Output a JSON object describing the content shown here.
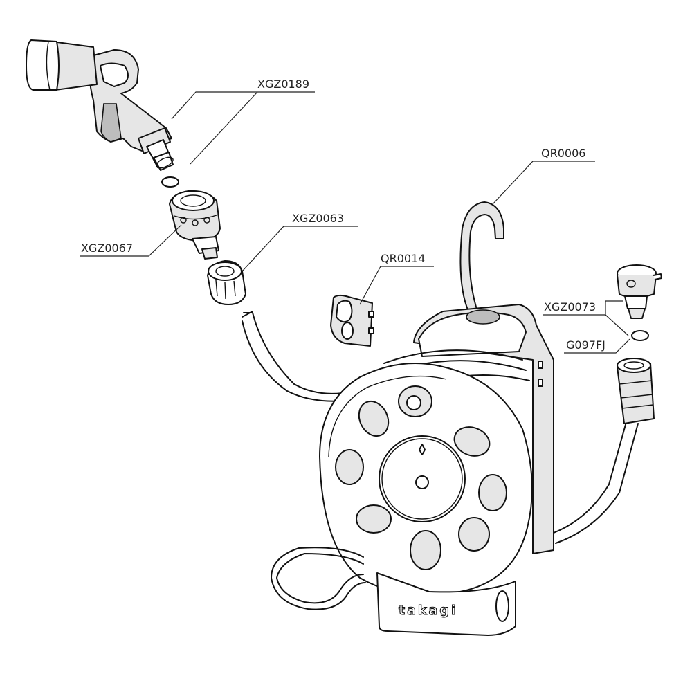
{
  "parts": {
    "nozzle": "XGZ0189",
    "hanger_hook": "QR0006",
    "hose_connector": "XGZ0063",
    "nozzle_holder": "QR0014",
    "quick_connector": "XGZ0067",
    "faucet_adapter": "XGZ0073",
    "o_ring": "G097FJ"
  },
  "brand": "takagi"
}
